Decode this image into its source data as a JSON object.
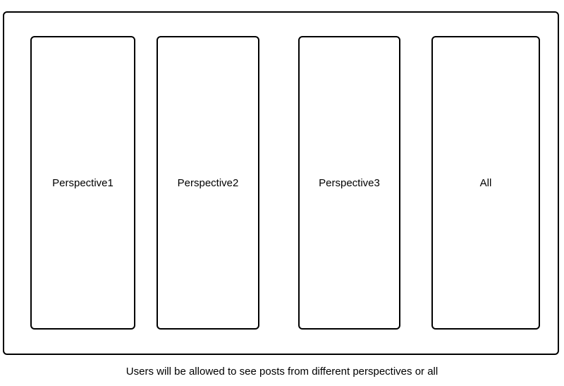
{
  "diagram": {
    "type": "panel-row",
    "stroke_color": "#000000",
    "background_color": "#ffffff",
    "panels": [
      {
        "label": "Perspective1"
      },
      {
        "label": "Perspective2"
      },
      {
        "label": "Perspective3"
      },
      {
        "label": "All"
      }
    ],
    "caption": "Users will be allowed to see posts from different perspectives or all"
  }
}
